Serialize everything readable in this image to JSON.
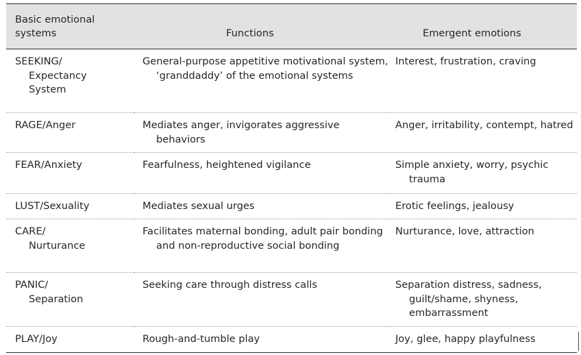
{
  "table": {
    "headers": {
      "col1": [
        "Basic emotional",
        "systems"
      ],
      "col2": "Functions",
      "col3": "Emergent emotions"
    },
    "rows": [
      {
        "system": [
          "SEEKING/",
          "Expectancy",
          "System"
        ],
        "functions": "General-purpose appetitive motivational system, ‘granddaddy’ of the emotional systems",
        "emotions": "Interest, frustration, craving"
      },
      {
        "system": [
          "RAGE/Anger"
        ],
        "functions": "Mediates anger, invigorates aggressive behaviors",
        "emotions": "Anger, irritability, contempt, hatred"
      },
      {
        "system": [
          "FEAR/Anxiety"
        ],
        "functions": "Fearfulness, heightened vigilance",
        "emotions": "Simple anxiety, worry, psychic trauma"
      },
      {
        "system": [
          "LUST/Sexuality"
        ],
        "functions": "Mediates sexual urges",
        "emotions": "Erotic feelings, jealousy"
      },
      {
        "system": [
          "CARE/",
          "Nurturance"
        ],
        "functions": "Facilitates maternal bonding, adult pair bonding and non-reproductive social bonding",
        "emotions": "Nurturance, love, attraction"
      },
      {
        "system": [
          "PANIC/",
          "Separation"
        ],
        "functions": "Seeking care through distress calls",
        "emotions": "Separation distress, sadness, guilt/shame, shyness, embarrassment"
      },
      {
        "system": [
          "PLAY/Joy"
        ],
        "functions": "Rough-and-tumble play",
        "emotions": "Joy, glee, happy playfulness"
      }
    ]
  }
}
